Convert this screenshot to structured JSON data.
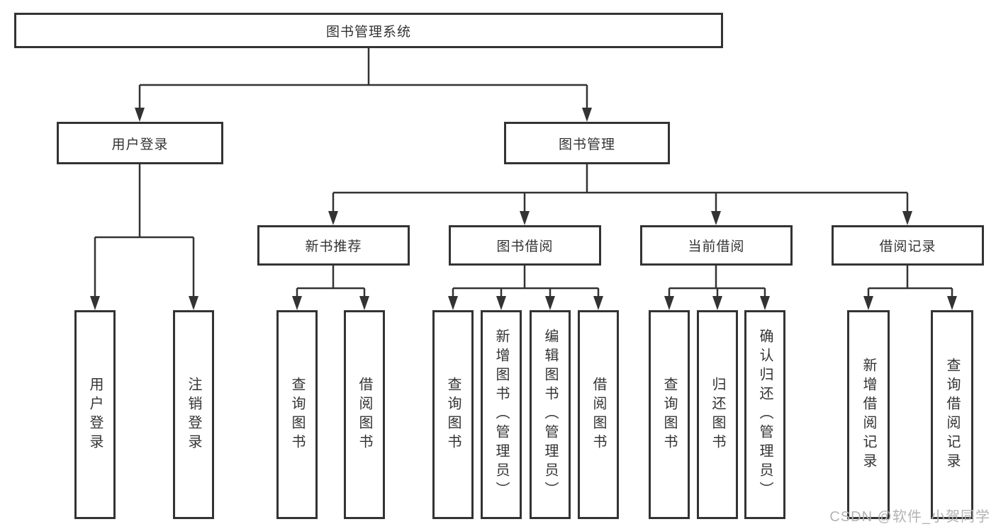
{
  "tree": {
    "root": "图书管理系统",
    "user_branch": {
      "label": "用户登录",
      "children": [
        "用户登录",
        "注销登录"
      ]
    },
    "mgmt_branch": {
      "label": "图书管理",
      "groups": [
        {
          "label": "新书推荐",
          "children": [
            "查询图书",
            "借阅图书"
          ]
        },
        {
          "label": "图书借阅",
          "children": [
            "查询图书",
            "新增图书（管理员）",
            "编辑图书（管理员）",
            "借阅图书"
          ]
        },
        {
          "label": "当前借阅",
          "children": [
            "查询图书",
            "归还图书",
            "确认归还（管理员）"
          ]
        },
        {
          "label": "借阅记录",
          "children": [
            "新增借阅记录",
            "查询借阅记录"
          ]
        }
      ]
    }
  },
  "watermark": "CSDN @软件_小贺同学",
  "colors": {
    "line": "#333333",
    "box_border": "#333333",
    "text": "#333333",
    "watermark": "#b3b3b3",
    "background": "#ffffff"
  }
}
